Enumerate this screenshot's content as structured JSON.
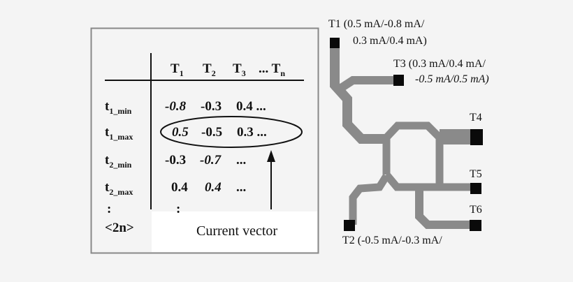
{
  "table": {
    "columns": [
      "T",
      "T",
      "T",
      "... T"
    ],
    "column_subscripts": [
      "1",
      "2",
      "3",
      "n"
    ],
    "rows": [
      {
        "label": "t",
        "sub": "1_min",
        "values": [
          "-0.8",
          "-0.3",
          "0.4 ..."
        ]
      },
      {
        "label": "t",
        "sub": "1_max",
        "values": [
          "0.5",
          "-0.5",
          "0.3 ..."
        ]
      },
      {
        "label": "t",
        "sub": "2_min",
        "values": [
          "-0.3",
          "-0.7",
          "..."
        ]
      },
      {
        "label": "t",
        "sub": "2_max",
        "values": [
          "0.4",
          "0.4",
          "..."
        ]
      }
    ],
    "ellipsis_row_label": ":",
    "ellipsis_cell": ":",
    "last_row_label": "<2n>",
    "annotation": "Current vector"
  },
  "circuit": {
    "t1_label_line1": "T1 (0.5 mA/-0.8 mA/",
    "t1_label_line2": "0.3 mA/0.4 mA)",
    "t3_label_line1": "T3 (0.3 mA/0.4 mA/",
    "t3_label_line2": "-0.5 mA/0.5 mA)",
    "t4_label": "T4",
    "t5_label": "T5",
    "t6_label": "T6",
    "t2_label": "T2 (-0.5 mA/-0.3 mA/",
    "trace_color": "#8a8a8a",
    "pad_color": "#0a0a0a"
  }
}
